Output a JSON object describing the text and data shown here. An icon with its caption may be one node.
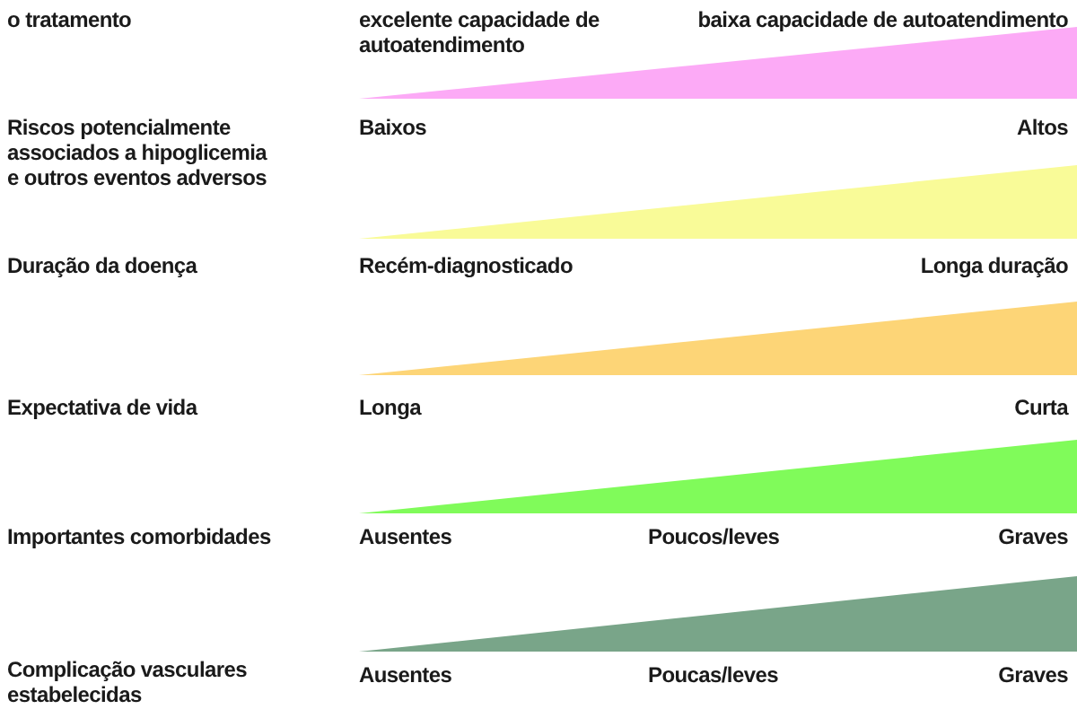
{
  "diagram": {
    "nodes": [
      {
        "text": [],
        "shape": "triangle"
      },
      {
        "text": [],
        "shape": "triangle"
      },
      {
        "text": [],
        "shape": "triangle"
      },
      {
        "text": [],
        "shape": "triangle"
      },
      {
        "text": [],
        "shape": "triangle"
      }
    ],
    "labels": [
      "o tratamento",
      "excelente capacidade de autoatendimento",
      "baixa capacidade de autoatendimento",
      "Riscos potencialmente associados a hipoglicemia e outros eventos adversos",
      "Baixos",
      "Altos",
      "Duração da doença",
      "Recém-diagnosticado",
      "Longa duração",
      "Expectativa de vida",
      "Longa",
      "Curta",
      "Importantes comorbidades",
      "Ausentes",
      "Poucos/leves",
      "Graves",
      "Complicação vasculares estabelecidas",
      "Ausentes",
      "Poucas/leves",
      "Graves"
    ]
  }
}
